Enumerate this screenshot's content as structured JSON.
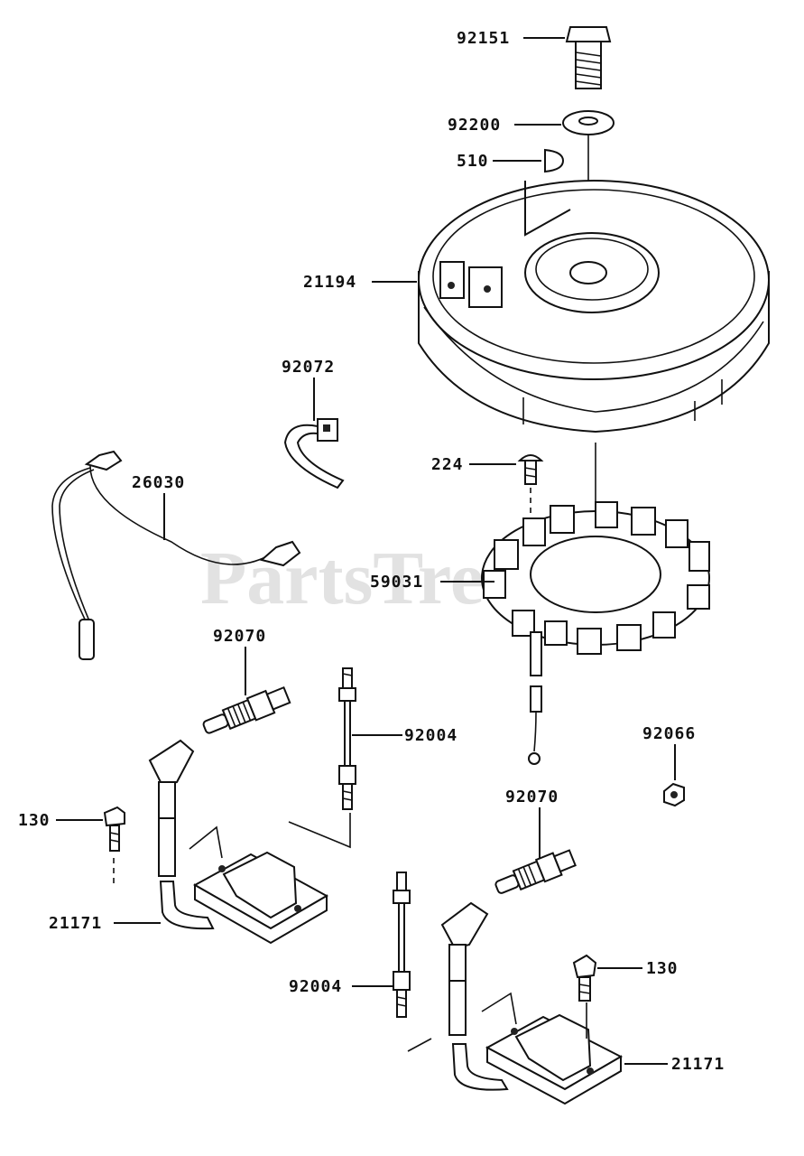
{
  "watermark": "PartsTree",
  "callouts": {
    "p92151": "92151",
    "p92200": "92200",
    "p510": "510",
    "p21194": "21194",
    "p92072": "92072",
    "p26030": "26030",
    "p224": "224",
    "p59031": "59031",
    "p92070a": "92070",
    "p92004a": "92004",
    "p92066": "92066",
    "p130a": "130",
    "p92070b": "92070",
    "p21171a": "21171",
    "p92004b": "92004",
    "p130b": "130",
    "p21171b": "21171"
  }
}
